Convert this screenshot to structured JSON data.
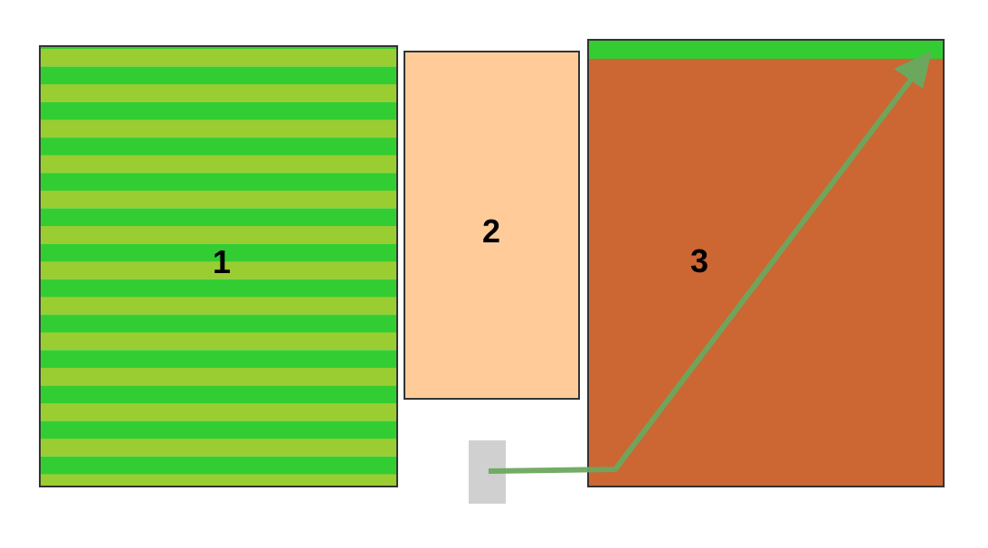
{
  "panels": [
    {
      "label": "1",
      "fill": "#9ACD32",
      "stripe_fill": "#32CD32"
    },
    {
      "label": "2",
      "fill": "#FFCC99"
    },
    {
      "label": "3",
      "fill": "#CC6633",
      "top_band_fill": "#33CC33"
    }
  ],
  "arrow": {
    "color": "#6BA85E"
  },
  "source_block": {
    "fill": "#D0D0D0"
  },
  "border_color": "#333333"
}
